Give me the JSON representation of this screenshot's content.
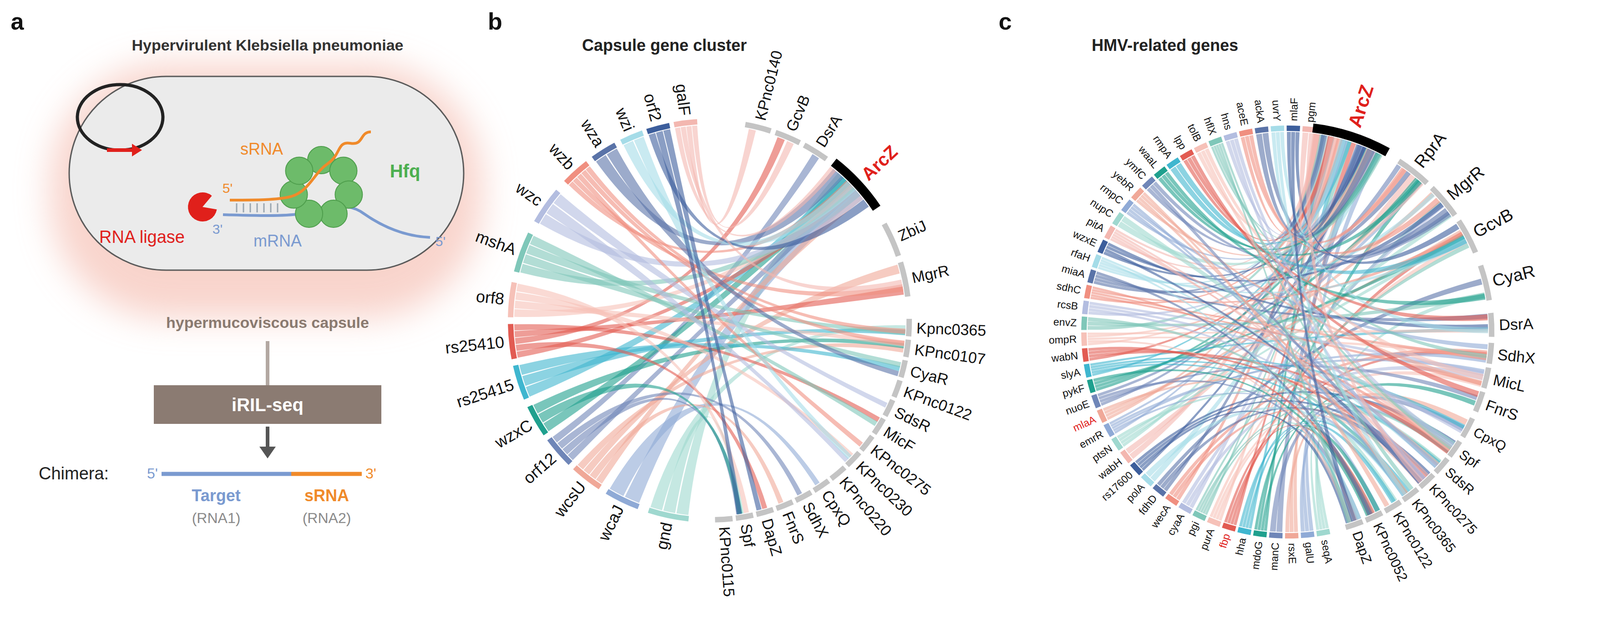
{
  "diagram": {
    "nodes": [
      {
        "text": [
          "hypermucoviscous capsule"
        ]
      },
      {
        "text": [
          "iRIL-seq"
        ]
      }
    ],
    "edges": [
      {
        "from": 0,
        "to": 1,
        "arrow": "none"
      }
    ],
    "labels": [
      "a",
      "Hypervirulent Klebsiella pneumoniae",
      "RNA ligase",
      "sRNA",
      "5'",
      "3'",
      "Hfq",
      "mRNA",
      "5'",
      "Chimera:",
      "5'",
      "Target",
      "(RNA1)",
      "sRNA",
      "(RNA2)",
      "3'",
      "b",
      "Capsule gene cluster",
      "c",
      "HMV-related genes",
      "KPnc0140",
      "GcvB",
      "DsrA",
      "ArcZ",
      "ZbiJ",
      "MgrR",
      "Kpnc0365",
      "KPnc0107",
      "CyaR",
      "KPnc0122",
      "SdsR",
      "MicF",
      "KPnc0275",
      "KPnc0230",
      "KPnc0220",
      "CpxQ",
      "SdhX",
      "FnrS",
      "DapZ",
      "Spf",
      "KPnc0115",
      "gnd",
      "wcaJ",
      "wcsU",
      "orf12",
      "wzxC",
      "rs25415",
      "rs25410",
      "orf8",
      "mshA",
      "wzc",
      "wzb",
      "wza",
      "wzi",
      "orf2",
      "galF",
      "ArcZ",
      "RprA",
      "MgrR",
      "GcvB",
      "CyaR",
      "DsrA",
      "SdhX",
      "MicL",
      "FnrS",
      "CpxQ",
      "Spf",
      "SdsR",
      "KPnc0275",
      "KPnc0365",
      "KPnc0122",
      "KPnc0052",
      "DapZ",
      "seqA",
      "galU",
      "rsxE",
      "manC",
      "mdoG",
      "hha",
      "fbp",
      "purA",
      "pgi",
      "cyaA",
      "wecA",
      "fdhD",
      "polA",
      "rs17600",
      "wabH",
      "ptsN",
      "emrR",
      "mlaA",
      "nuoE",
      "pykF",
      "slyA",
      "wabN",
      "ompR",
      "envZ",
      "rcsB",
      "sdhC",
      "miaA",
      "rfaH",
      "wzxE",
      "pitA",
      "nupC",
      "rmpC",
      "yebR",
      "ymfC",
      "waaL",
      "rmpA",
      "lpp",
      "tolB",
      "hflX",
      "hns",
      "aceE",
      "ackA",
      "uvrY",
      "mlaF",
      "pgm"
    ]
  }
}
